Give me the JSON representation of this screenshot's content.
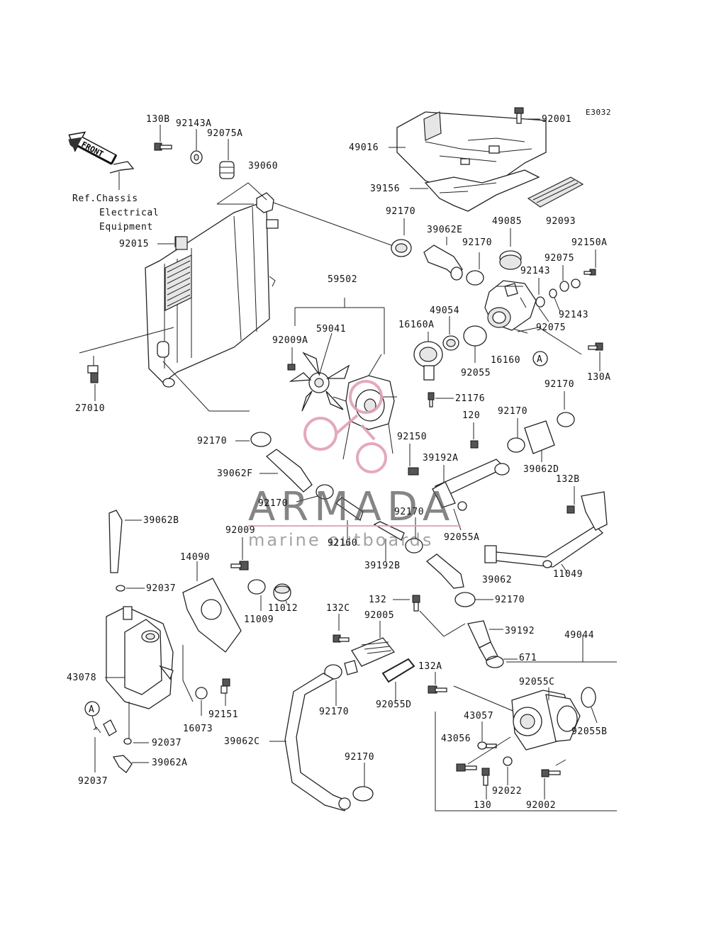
{
  "diagram_code": "E3032",
  "front_label": "FRONT",
  "reference_note": [
    "Ref.Chassis",
    "Electrical",
    "Equipment"
  ],
  "watermark": {
    "brand": "ARMADA",
    "tagline": "marine outboards",
    "brand_color": "#555555",
    "logo_color": "#e0a0b8"
  },
  "callout_a": "A",
  "parts": {
    "p130B": "130B",
    "p92143A": "92143A",
    "p92075A": "92075A",
    "p39060": "39060",
    "p92015": "92015",
    "p27010": "27010",
    "p92001": "92001",
    "p49016": "49016",
    "p39156": "39156",
    "p92170_top": "92170",
    "p39062E": "39062E",
    "p49085": "49085",
    "p92093": "92093",
    "p92170_b": "92170",
    "p92150A": "92150A",
    "p92075": "92075",
    "p92143": "92143",
    "p59502": "59502",
    "p49054": "49054",
    "p92143_b": "92143",
    "p92075_b": "92075",
    "p16160A": "16160A",
    "p59041": "59041",
    "p92009A": "92009A",
    "p92055": "92055",
    "p16160": "16160",
    "p130A": "130A",
    "p21176": "21176",
    "p92170_c": "92170",
    "p120": "120",
    "p92170_d": "92170",
    "p92170_e": "92170",
    "p92150": "92150",
    "p39192A": "39192A",
    "p39062D": "39062D",
    "p39062F": "39062F",
    "p132B": "132B",
    "p92170_f": "92170",
    "p39062B": "39062B",
    "p92009": "92009",
    "p92160": "92160",
    "p92170_g": "92170",
    "p92055A": "92055A",
    "p14090": "14090",
    "p39192B": "39192B",
    "p39062": "39062",
    "p11049": "11049",
    "p92037": "92037",
    "p11012": "11012",
    "p11009": "11009",
    "p132": "132",
    "p92170_h": "92170",
    "p132C": "132C",
    "p92005": "92005",
    "p39192": "39192",
    "p49044": "49044",
    "p671": "671",
    "p43078": "43078",
    "p132A": "132A",
    "p92055C": "92055C",
    "p92170_i": "92170",
    "p92055D": "92055D",
    "p92151": "92151",
    "p16073": "16073",
    "p43057": "43057",
    "p92055B": "92055B",
    "p92037_b": "92037",
    "p39062C": "39062C",
    "p43056": "43056",
    "p39062A": "39062A",
    "p92037_c": "92037",
    "p92170_j": "92170",
    "p92022": "92022",
    "p130": "130",
    "p92002": "92002"
  }
}
